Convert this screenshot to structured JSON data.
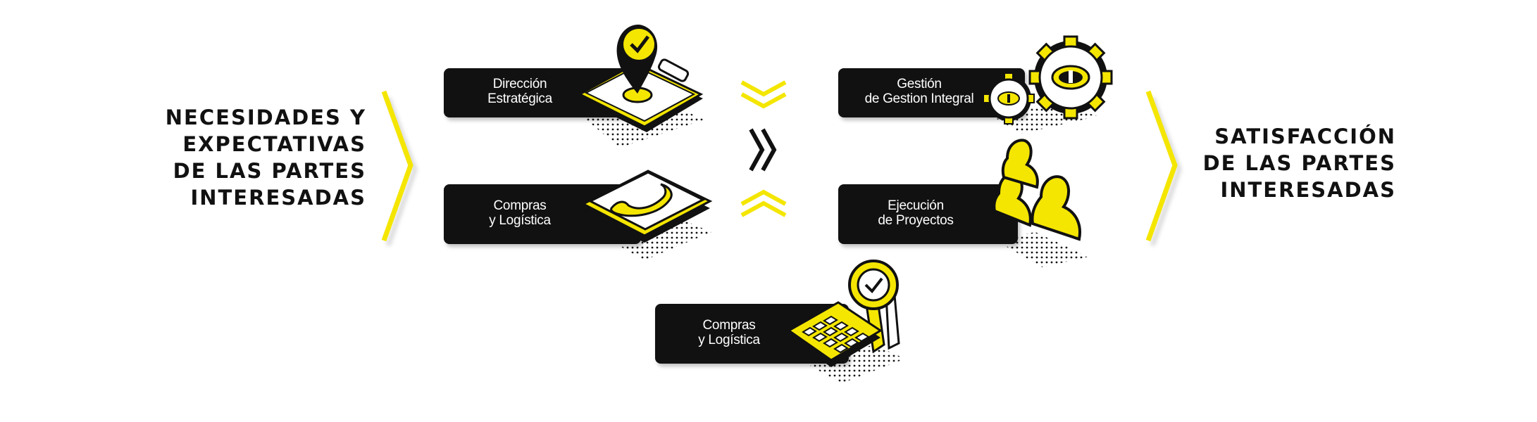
{
  "left_heading": [
    "NECESIDADES Y",
    "EXPECTATIVAS",
    "DE LAS PARTES",
    "INTERESADAS"
  ],
  "right_heading": [
    "SATISFACCIÓN",
    "DE  LAS PARTES",
    "INTERESADAS"
  ],
  "boxes": {
    "direccion": [
      "Dirección",
      "Estratégica"
    ],
    "compras_top": [
      "Compras",
      "y Logística"
    ],
    "gestion": [
      "Gestión",
      "de Gestion Integral"
    ],
    "ejecucion": [
      "Ejecución",
      "de Proyectos"
    ],
    "compras_bottom": [
      "Compras",
      "y Logística"
    ]
  },
  "icons": {
    "direccion": "map-pin-check-clipboard-icon",
    "compras_top": "telephone-icon",
    "gestion": "gears-icon",
    "ejecucion": "people-icon",
    "compras_bottom": "calculator-award-icon"
  },
  "colors": {
    "accent": "#f4e600",
    "dark": "#111111",
    "text_light": "#ffffff"
  }
}
